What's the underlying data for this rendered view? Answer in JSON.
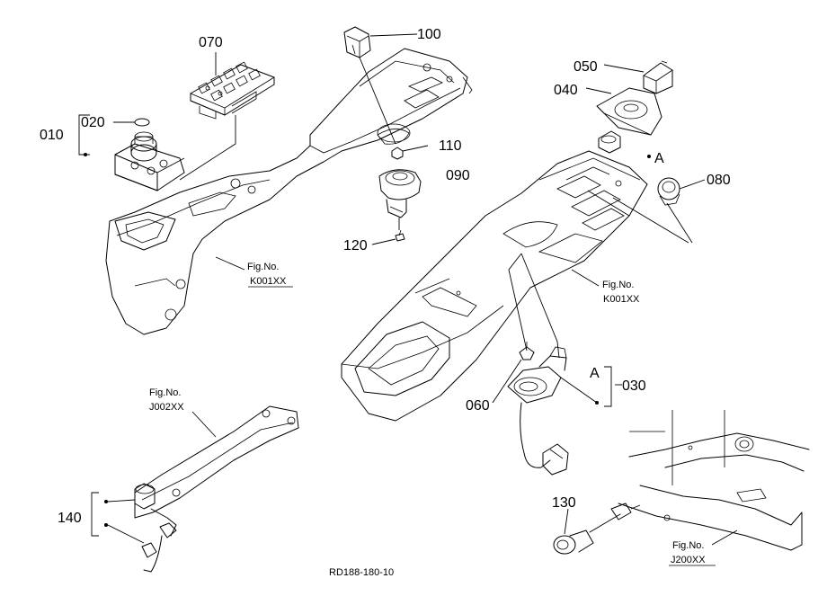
{
  "part_labels": {
    "p010": "010",
    "p020": "020",
    "p030": "030",
    "p040": "040",
    "p050": "050",
    "p060": "060",
    "p070": "070",
    "p080": "080",
    "p090": "090",
    "p100": "100",
    "p110": "110",
    "p120": "120",
    "p130": "130",
    "p140": "140"
  },
  "callout_letters": {
    "a_upper": "A",
    "a_lower": "A"
  },
  "figure_refs": {
    "left_console": {
      "title": "Fig.No.",
      "code": "K001XX"
    },
    "right_console": {
      "title": "Fig.No.",
      "code": "K001XX"
    },
    "bracket": {
      "title": "Fig.No.",
      "code": "J002XX"
    },
    "frame": {
      "title": "Fig.No.",
      "code": "J200XX"
    }
  },
  "drawing_code": "RD188-180-10"
}
